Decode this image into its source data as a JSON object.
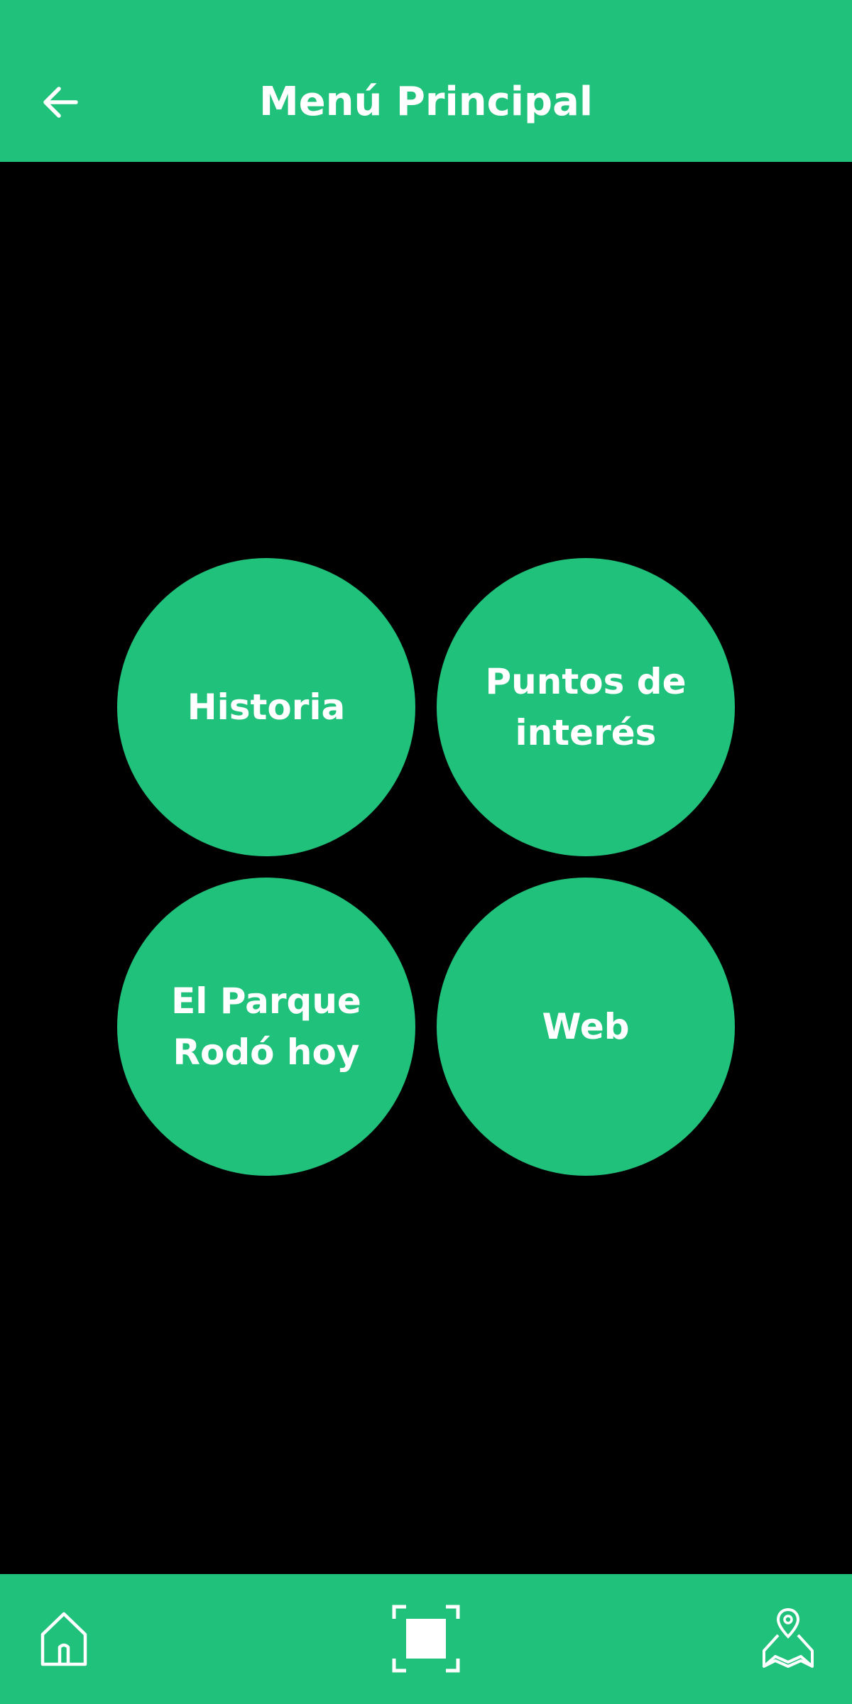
{
  "header": {
    "title": "Menú Principal",
    "back_icon": "arrow-left-icon"
  },
  "menu": {
    "items": [
      {
        "label": "Historia"
      },
      {
        "label": "Puntos de interés"
      },
      {
        "label": "El Parque Rodó hoy"
      },
      {
        "label": "Web"
      }
    ]
  },
  "bottom_nav": {
    "items": [
      {
        "icon": "home-icon"
      },
      {
        "icon": "scan-frame-icon"
      },
      {
        "icon": "map-pin-icon"
      }
    ]
  },
  "colors": {
    "accent": "#20c17a",
    "background": "#000000",
    "text": "#ffffff"
  }
}
